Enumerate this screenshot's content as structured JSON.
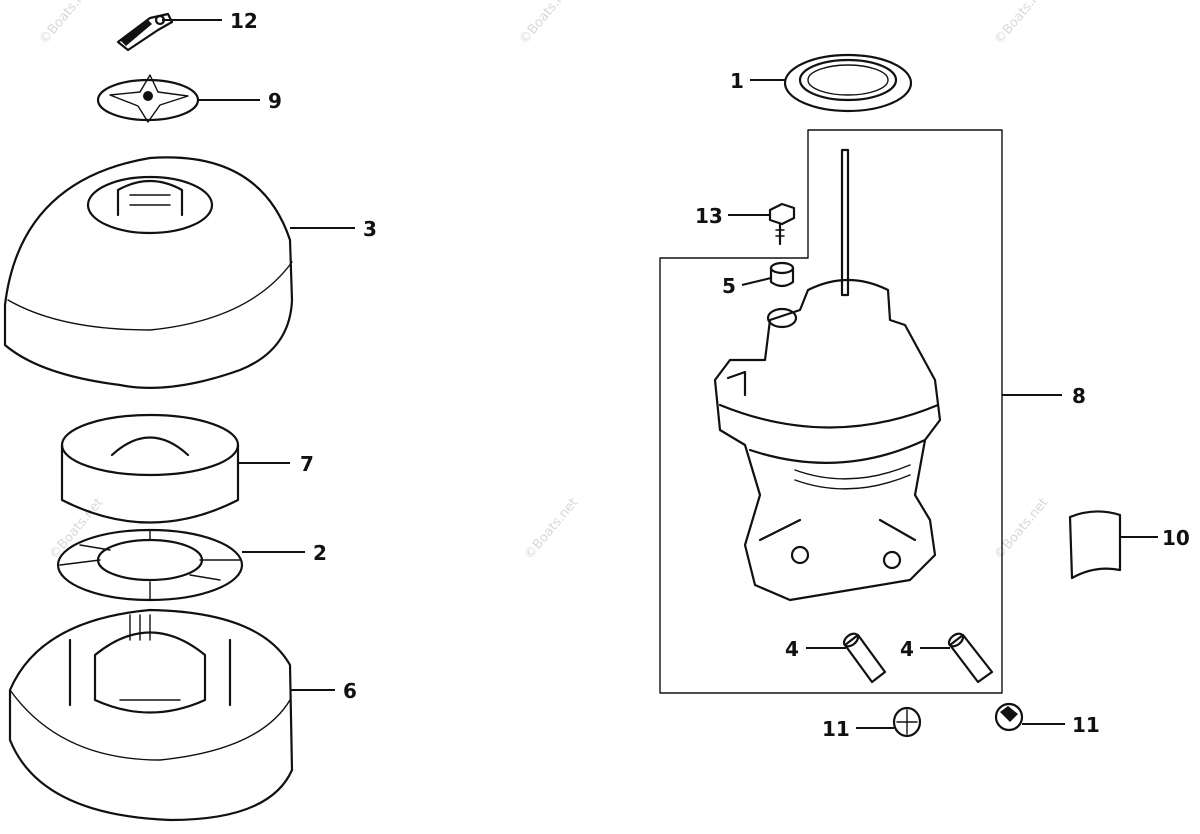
{
  "watermark": "©Boats.net",
  "callouts": {
    "c1": "1",
    "c2": "2",
    "c3": "3",
    "c4a": "4",
    "c4b": "4",
    "c5": "5",
    "c6": "6",
    "c7": "7",
    "c8": "8",
    "c9": "9",
    "c10": "10",
    "c11a": "11",
    "c11b": "11",
    "c12": "12",
    "c13": "13"
  },
  "colors": {
    "ink": "#111111",
    "paper": "#ffffff",
    "watermark": "#d8d8d8"
  }
}
